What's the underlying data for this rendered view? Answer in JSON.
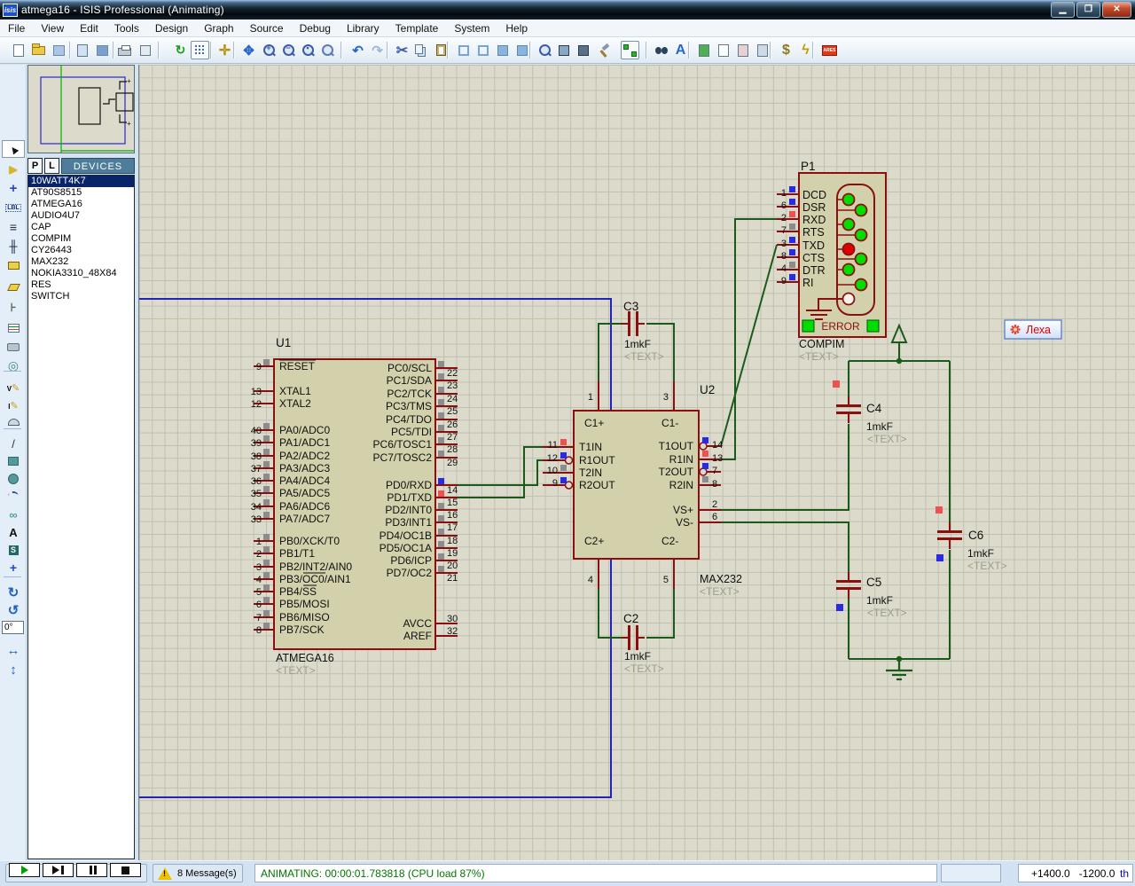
{
  "title_bar": {
    "icon_text": "isis",
    "title": "atmega16 - ISIS Professional (Animating)"
  },
  "menu": {
    "items": [
      "File",
      "View",
      "Edit",
      "Tools",
      "Design",
      "Graph",
      "Source",
      "Debug",
      "Library",
      "Template",
      "System",
      "Help"
    ]
  },
  "toolbar": {
    "icons": [
      "new-file",
      "open-design",
      "save-design",
      "import-section",
      "export-section",
      "print",
      "mark-output-area",
      "redraw",
      "toggle-grid",
      "origin",
      "pan",
      "zoom-in",
      "zoom-out",
      "zoom-all",
      "zoom-area",
      "undo",
      "redo",
      "cut",
      "copy",
      "paste",
      "block-copy",
      "block-move",
      "block-rotate",
      "block-delete",
      "pick-parts",
      "make-device",
      "packaging-tool",
      "decompose",
      "wire-autorouter",
      "search-tag",
      "property-assignment",
      "design-explorer",
      "new-sheet",
      "remove-sheet",
      "goto-sheet",
      "bill-of-materials",
      "electrical-rule-check",
      "netlist-to-ares"
    ]
  },
  "sidebar": {
    "tools": [
      "selection",
      "component",
      "junction-dot",
      "wire-label",
      "text-script",
      "bus",
      "subcircuit",
      "terminal",
      "device-pin",
      "graph",
      "tape-recorder",
      "generator",
      "voltage-probe",
      "current-probe",
      "virtual-instrument",
      "line-2d",
      "box-2d",
      "circle-2d",
      "arc-2d",
      "path-2d",
      "text-2d",
      "symbol-2d",
      "marker-2d",
      "rotate-clockwise",
      "rotate-anticlockwise",
      "mirror-horizontal",
      "mirror-vertical"
    ],
    "rotation_angle": "0°"
  },
  "devices_panel": {
    "p_button": "P",
    "l_button": "L",
    "header": "DEVICES",
    "selected_index": 0,
    "items": [
      "10WATT4K7",
      "AT90S8515",
      "ATMEGA16",
      "AUDIO4U7",
      "CAP",
      "COMPIM",
      "CY26443",
      "MAX232",
      "NOKIA3310_48X84",
      "RES",
      "SWITCH"
    ]
  },
  "schematic": {
    "u1": {
      "ref": "U1",
      "value": "ATMEGA16",
      "text": "<TEXT>",
      "left_pins": [
        {
          "num": "9",
          "name": "RESET",
          "marker": "gray"
        },
        {
          "num": "13",
          "name": "XTAL1",
          "marker": "none"
        },
        {
          "num": "12",
          "name": "XTAL2",
          "marker": "none"
        },
        {
          "num": "40",
          "name": "PA0/ADC0",
          "marker": "gray"
        },
        {
          "num": "39",
          "name": "PA1/ADC1",
          "marker": "gray"
        },
        {
          "num": "38",
          "name": "PA2/ADC2",
          "marker": "gray"
        },
        {
          "num": "37",
          "name": "PA3/ADC3",
          "marker": "gray"
        },
        {
          "num": "36",
          "name": "PA4/ADC4",
          "marker": "gray"
        },
        {
          "num": "35",
          "name": "PA5/ADC5",
          "marker": "gray"
        },
        {
          "num": "34",
          "name": "PA6/ADC6",
          "marker": "gray"
        },
        {
          "num": "33",
          "name": "PA7/ADC7",
          "marker": "gray"
        },
        {
          "num": "1",
          "name": "PB0/XCK/T0",
          "marker": "gray"
        },
        {
          "num": "2",
          "name": "PB1/T1",
          "marker": "gray"
        },
        {
          "num": "3",
          "name": "PB2/INT2/AIN0",
          "marker": "gray"
        },
        {
          "num": "4",
          "name": "PB3/OC0/AIN1",
          "marker": "gray"
        },
        {
          "num": "5",
          "name": "PB4/SS",
          "marker": "gray"
        },
        {
          "num": "6",
          "name": "PB5/MOSI",
          "marker": "gray"
        },
        {
          "num": "7",
          "name": "PB6/MISO",
          "marker": "gray"
        },
        {
          "num": "8",
          "name": "PB7/SCK",
          "marker": "gray"
        }
      ],
      "right_pins": [
        {
          "num": "22",
          "name": "PC0/SCL",
          "marker": "gray"
        },
        {
          "num": "23",
          "name": "PC1/SDA",
          "marker": "gray"
        },
        {
          "num": "24",
          "name": "PC2/TCK",
          "marker": "gray"
        },
        {
          "num": "25",
          "name": "PC3/TMS",
          "marker": "gray"
        },
        {
          "num": "26",
          "name": "PC4/TDO",
          "marker": "gray"
        },
        {
          "num": "27",
          "name": "PC5/TDI",
          "marker": "gray"
        },
        {
          "num": "28",
          "name": "PC6/TOSC1",
          "marker": "gray"
        },
        {
          "num": "29",
          "name": "PC7/TOSC2",
          "marker": "gray"
        },
        {
          "num": "14",
          "name": "PD0/RXD",
          "marker": "blue"
        },
        {
          "num": "15",
          "name": "PD1/TXD",
          "marker": "red"
        },
        {
          "num": "16",
          "name": "PD2/INT0",
          "marker": "gray"
        },
        {
          "num": "17",
          "name": "PD3/INT1",
          "marker": "gray"
        },
        {
          "num": "18",
          "name": "PD4/OC1B",
          "marker": "gray"
        },
        {
          "num": "19",
          "name": "PD5/OC1A",
          "marker": "gray"
        },
        {
          "num": "20",
          "name": "PD6/ICP",
          "marker": "gray"
        },
        {
          "num": "21",
          "name": "PD7/OC2",
          "marker": "gray"
        },
        {
          "num": "30",
          "name": "AVCC",
          "marker": "none"
        },
        {
          "num": "32",
          "name": "AREF",
          "marker": "none"
        }
      ]
    },
    "u2": {
      "ref": "U2",
      "value": "MAX232",
      "text": "<TEXT>",
      "left_pins": [
        {
          "num": "11",
          "name": "T1IN",
          "marker": "red"
        },
        {
          "num": "12",
          "name": "R1OUT",
          "marker": "blue"
        },
        {
          "num": "10",
          "name": "T2IN",
          "marker": "gray"
        },
        {
          "num": "9",
          "name": "R2OUT",
          "marker": "blue"
        }
      ],
      "right_pins": [
        {
          "num": "14",
          "name": "T1OUT",
          "marker": "blue"
        },
        {
          "num": "13",
          "name": "R1IN",
          "marker": "red"
        },
        {
          "num": "7",
          "name": "T2OUT",
          "marker": "blue"
        },
        {
          "num": "8",
          "name": "R2IN",
          "marker": "gray"
        },
        {
          "num": "2",
          "name": "VS+",
          "marker": "none"
        },
        {
          "num": "6",
          "name": "VS-",
          "marker": "none"
        }
      ],
      "top_pins": [
        {
          "num": "1",
          "name": "C1+"
        },
        {
          "num": "3",
          "name": "C1-"
        }
      ],
      "bottom_pins": [
        {
          "num": "4",
          "name": "C2+"
        },
        {
          "num": "5",
          "name": "C2-"
        }
      ]
    },
    "p1": {
      "ref": "P1",
      "value": "COMPIM",
      "text": "<TEXT>",
      "error_label": "ERROR",
      "pins": [
        {
          "num": "1",
          "name": "DCD",
          "marker": "blue"
        },
        {
          "num": "6",
          "name": "DSR",
          "marker": "blue"
        },
        {
          "num": "2",
          "name": "RXD",
          "marker": "red"
        },
        {
          "num": "7",
          "name": "RTS",
          "marker": "gray"
        },
        {
          "num": "3",
          "name": "TXD",
          "marker": "blue"
        },
        {
          "num": "8",
          "name": "CTS",
          "marker": "blue"
        },
        {
          "num": "4",
          "name": "DTR",
          "marker": "gray"
        },
        {
          "num": "9",
          "name": "RI",
          "marker": "blue"
        }
      ],
      "led_states": [
        "green",
        "green",
        "green",
        "green",
        "red",
        "green",
        "green",
        "green",
        "white"
      ]
    },
    "capacitors": [
      {
        "ref": "C3",
        "value": "1mkF",
        "text": "<TEXT>"
      },
      {
        "ref": "C2",
        "value": "1mkF",
        "text": "<TEXT>"
      },
      {
        "ref": "C4",
        "value": "1mkF",
        "text": "<TEXT>"
      },
      {
        "ref": "C5",
        "value": "1mkF",
        "text": "<TEXT>"
      },
      {
        "ref": "C6",
        "value": "1mkF",
        "text": "<TEXT>"
      }
    ],
    "flag_label": "Леха",
    "colors": {
      "wire": "#1b5a1b",
      "outline": "#8a1010",
      "fill": "#d2d1ab",
      "sheet": "#2222c0",
      "led_green": "#00dd00",
      "led_red": "#dd0000",
      "led_white": "#f2f2e8",
      "marker_gray": "#8c8c8c",
      "marker_blue": "#2a2ae6",
      "marker_red": "#f05050",
      "ghost": "#9c9c8e"
    }
  },
  "status_bar": {
    "buttons": [
      "play",
      "step",
      "pause",
      "stop"
    ],
    "message_count": "8 Message(s)",
    "status_text": "ANIMATING: 00:00:01.783818 (CPU load 87%)",
    "coord_x": "+1400.0",
    "coord_y": "-1200.0",
    "units": "th"
  }
}
